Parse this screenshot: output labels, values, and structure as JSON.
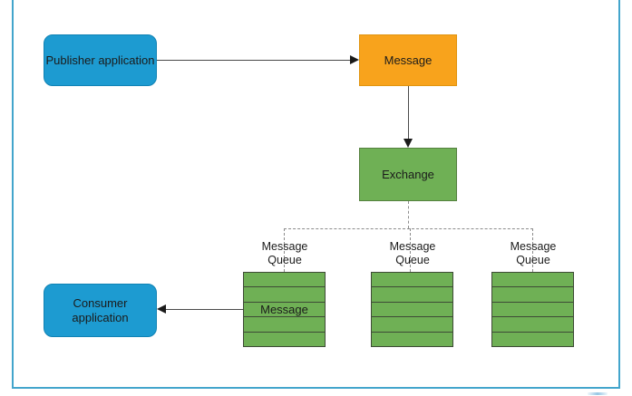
{
  "colors": {
    "frame-blue": "#43a5cc",
    "app-blue": "#1d9bd1",
    "app-blue-border": "#1082b4",
    "orange": "#f8a31c",
    "orange-border": "#e09410",
    "green": "#6fb055",
    "green-border": "#55803f",
    "queue-line": "#3e4a36",
    "connector": "#4a4a4a",
    "dash": "#8c8c8c",
    "text": "#1b1b1b"
  },
  "nodes": {
    "publisher": {
      "label": "Publisher application"
    },
    "message": {
      "label": "Message"
    },
    "exchange": {
      "label": "Exchange"
    },
    "consumer": {
      "label": "Consumer application"
    },
    "queues": [
      {
        "label": "Message Queue",
        "rows": [
          "",
          "",
          "Message",
          "",
          ""
        ]
      },
      {
        "label": "Message Queue",
        "rows": [
          "",
          "",
          "",
          "",
          ""
        ]
      },
      {
        "label": "Message Queue",
        "rows": [
          "",
          "",
          "",
          "",
          ""
        ]
      }
    ]
  }
}
